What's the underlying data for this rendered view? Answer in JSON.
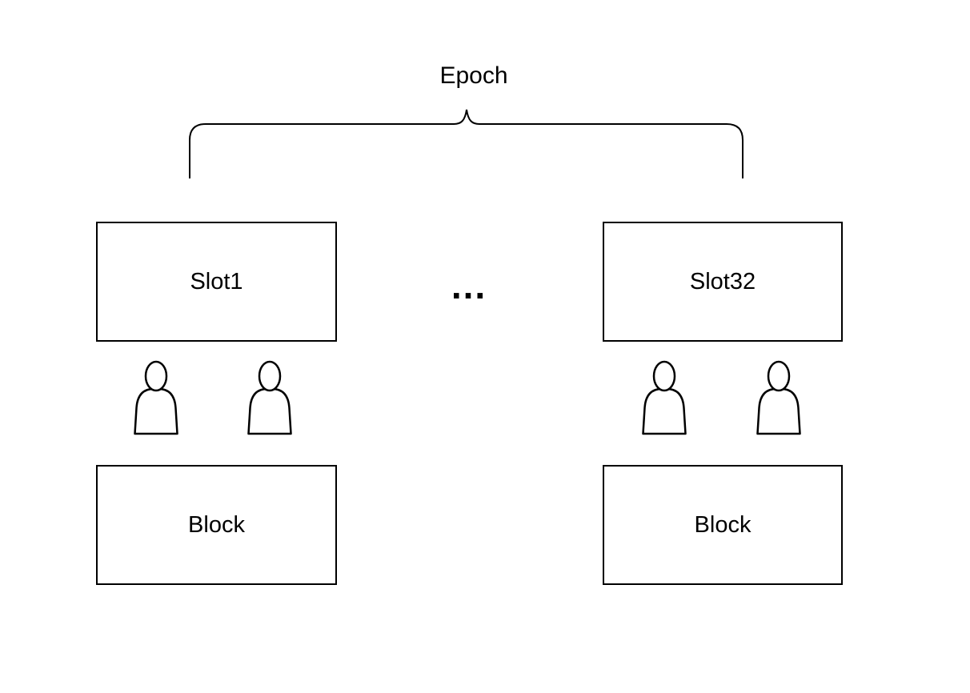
{
  "diagram": {
    "epoch_label": "Epoch",
    "ellipsis": "...",
    "columns": [
      {
        "id": "slot1",
        "slot_label": "Slot1",
        "block_label": "Block",
        "validator_count": 2
      },
      {
        "id": "slot32",
        "slot_label": "Slot32",
        "block_label": "Block",
        "validator_count": 2
      }
    ],
    "icons": {
      "person": "person-icon"
    },
    "colors": {
      "stroke": "#000000",
      "text": "#000000",
      "background": "#ffffff"
    }
  }
}
